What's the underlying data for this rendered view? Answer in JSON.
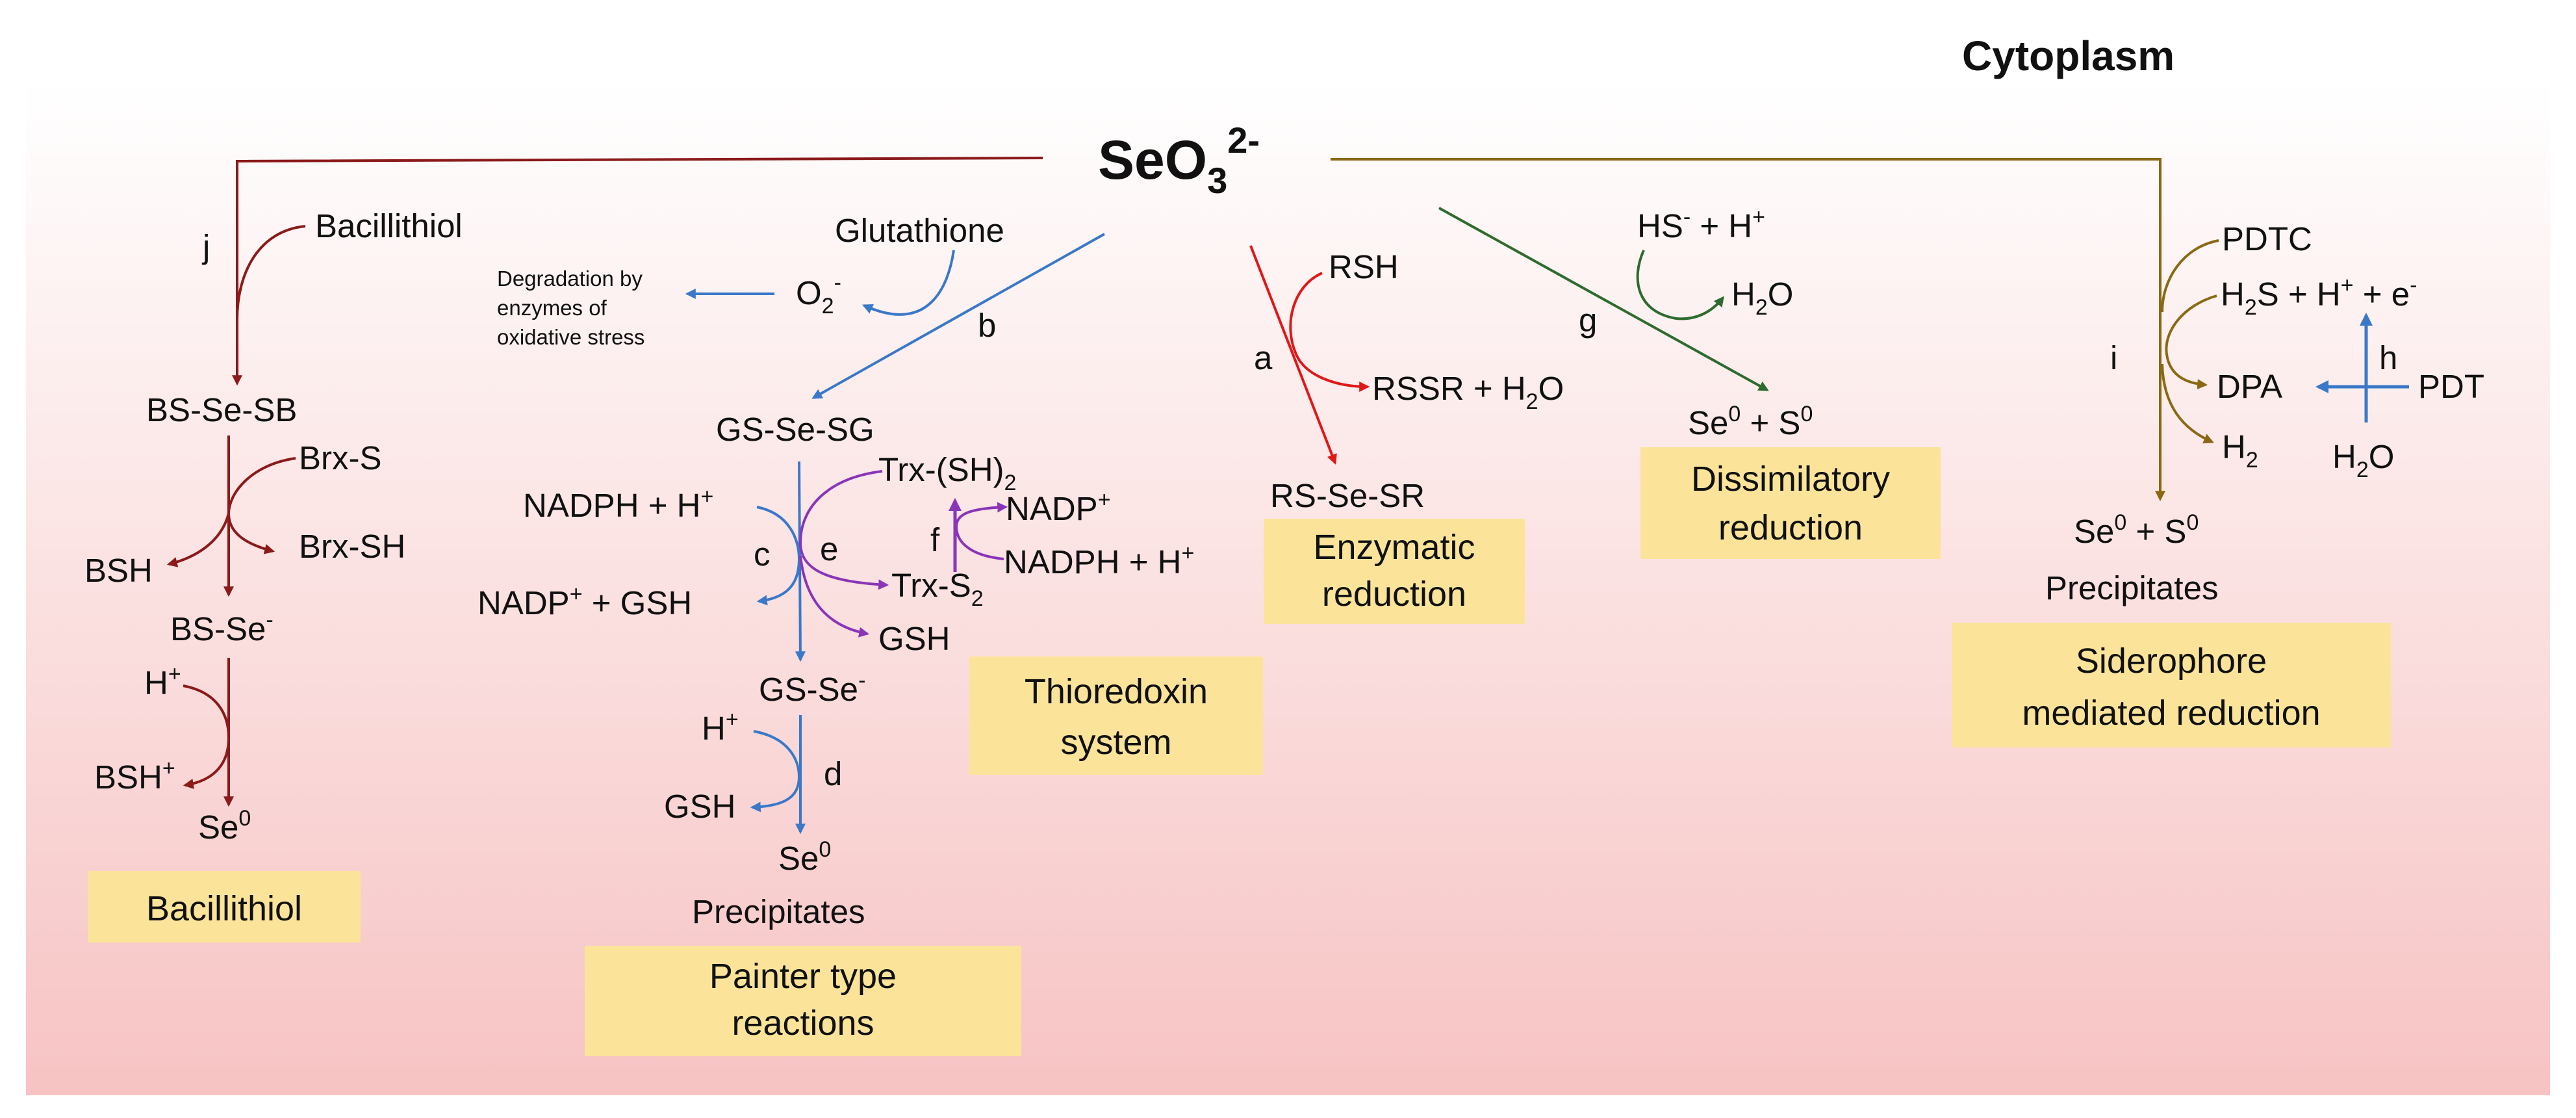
{
  "region_label": "Cytoplasm",
  "substrate": {
    "base": "SeO",
    "sub": "3",
    "sup": "2-"
  },
  "colors": {
    "bacillithiol": "#8b1a1a",
    "painter": "#3a78c8",
    "thioredoxin": "#8a35b8",
    "enzymatic": "#e01818",
    "dissimilatory": "#2e6b2e",
    "siderophore": "#8b6914",
    "box_fill": "#fbe49a",
    "background_gradient_top": "#ffffff",
    "background_gradient_bottom": "#f7c3c3"
  },
  "bacillithiol": {
    "step_letter": "j",
    "reagent": "Bacillithiol",
    "intermediate_1": "BS-Se-SB",
    "brx_s": "Brx-S",
    "brx_sh": "Brx-SH",
    "bsh": "BSH",
    "intermediate_2": {
      "base": "BS-Se",
      "sup": "-"
    },
    "h_plus": {
      "base": "H",
      "sup": "+"
    },
    "bsh_plus": {
      "base": "BSH",
      "sup": "+"
    },
    "product": {
      "base": "Se",
      "sup": "0"
    },
    "box_label": "Bacillithiol"
  },
  "painter": {
    "glutathione": "Glutathione",
    "superoxide": {
      "base": "O",
      "sub": "2",
      "sup": "-"
    },
    "degradation_note": [
      "Degradation by",
      "enzymes of",
      "oxidative stress"
    ],
    "step_b": "b",
    "gs_se_sg": "GS-Se-SG",
    "nadph_h": {
      "base": "NADPH + H",
      "sup": "+"
    },
    "nadp_gsh": {
      "base": "NADP",
      "sup": "+",
      "tail": " + GSH"
    },
    "step_c": "c",
    "gs_se": {
      "base": "GS-Se",
      "sup": "-"
    },
    "h_plus": {
      "base": "H",
      "sup": "+"
    },
    "gsh": "GSH",
    "step_d": "d",
    "product": {
      "base": "Se",
      "sup": "0"
    },
    "precipitates": "Precipitates",
    "box_label": [
      "Painter type",
      "reactions"
    ]
  },
  "thioredoxin": {
    "step_e": "e",
    "trx_sh2": {
      "base": "Trx-(SH)",
      "sub": "2"
    },
    "step_f": "f",
    "nadp": {
      "base": "NADP",
      "sup": "+"
    },
    "nadph_h": {
      "base": "NADPH + H",
      "sup": "+"
    },
    "trx_s2": {
      "base": "Trx-S",
      "sub": "2"
    },
    "gsh": "GSH",
    "box_label": [
      "Thioredoxin",
      "system"
    ]
  },
  "enzymatic": {
    "step_a": "a",
    "rsh": "RSH",
    "rssr": {
      "base": "RSSR + H",
      "sub": "2",
      "tail": "O"
    },
    "product": "RS-Se-SR",
    "box_label": [
      "Enzymatic",
      "reduction"
    ]
  },
  "dissimilatory": {
    "step_g": "g",
    "hs_h": {
      "a": "HS",
      "a_sup": "-",
      "b": " + H",
      "b_sup": "+"
    },
    "water": {
      "base": "H",
      "sub": "2",
      "tail": "O"
    },
    "product": {
      "a": "Se",
      "a_sup": "0",
      "b": " + S",
      "b_sup": "0"
    },
    "box_label": [
      "Dissimilatory",
      "reduction"
    ]
  },
  "siderophore": {
    "pdtc": "PDTC",
    "h2s_line": {
      "a": "H",
      "a_sub": "2",
      "b": "S + H",
      "b_sup": "+",
      "c": " + e",
      "c_sup": "-"
    },
    "step_i": "i",
    "dpa": "DPA",
    "step_h": "h",
    "pdt": "PDT",
    "h2": {
      "base": "H",
      "sub": "2"
    },
    "water": {
      "base": "H",
      "sub": "2",
      "tail": "O"
    },
    "product": {
      "a": "Se",
      "a_sup": "0",
      "b": " +  S",
      "b_sup": "0"
    },
    "precipitates": "Precipitates",
    "box_label": [
      "Siderophore",
      "mediated reduction"
    ]
  }
}
